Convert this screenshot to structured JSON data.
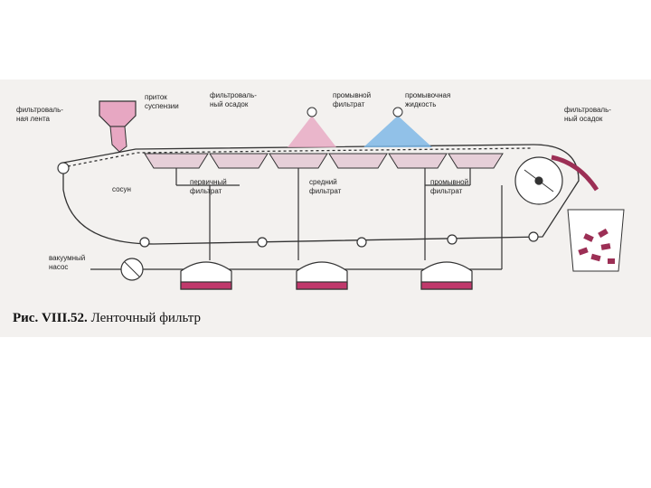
{
  "figure": {
    "caption_number": "Рис. VIII.52.",
    "caption_text": "Ленточный фильтр"
  },
  "labels": {
    "belt_l1": "фильтроваль-",
    "belt_l2": "ная лента",
    "feed_l1": "приток",
    "feed_l2": "суспензии",
    "cake_l1": "фильтроваль-",
    "cake_l2": "ный осадок",
    "washfilt_l1": "промывной",
    "washfilt_l2": "фильтрат",
    "washliq_l1": "промывочная",
    "washliq_l2": "жидкость",
    "cake2_l1": "фильтроваль-",
    "cake2_l2": "ный осадок",
    "nozzle": "сосун",
    "first_l1": "первичный",
    "first_l2": "фильтрат",
    "mid_l1": "средний",
    "mid_l2": "фильтрат",
    "washout_l1": "промывной",
    "washout_l2": "фильтрат",
    "pump_l1": "вакуумный",
    "pump_l2": "насос"
  },
  "colors": {
    "feed": "#e7a7c2",
    "wash": "#7fb8e6",
    "filtrate": "#c0386b",
    "cake": "#9c2f55",
    "line": "#333333"
  }
}
